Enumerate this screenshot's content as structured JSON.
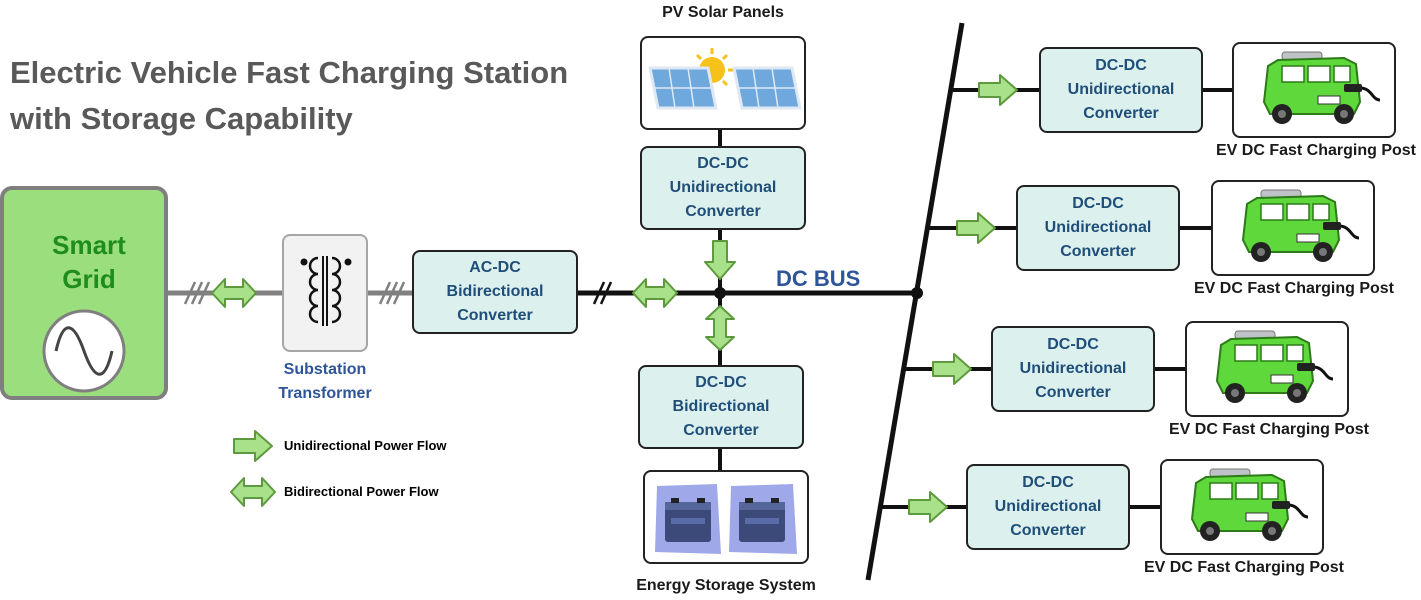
{
  "title": {
    "line1": "Electric Vehicle Fast Charging Station",
    "line2": "with Storage Capability"
  },
  "smart_grid": {
    "line1": "Smart",
    "line2": "Grid",
    "icon": "ac-sine-wave-icon"
  },
  "transformer": {
    "line1": "Substation",
    "line2": "Transformer",
    "icon": "transformer-icon"
  },
  "ac_dc_converter": {
    "line1": "AC-DC",
    "line2": "Bidirectional",
    "line3": "Converter"
  },
  "dc_bus": {
    "label": "DC BUS"
  },
  "pv": {
    "label": "PV Solar Panels",
    "icon": "solar-panel-icon",
    "converter": {
      "line1": "DC-DC",
      "line2": "Unidirectional",
      "line3": "Converter"
    }
  },
  "storage": {
    "label": "Energy Storage System",
    "icon": "battery-icon",
    "converter": {
      "line1": "DC-DC",
      "line2": "Bidirectional",
      "line3": "Converter"
    }
  },
  "charging_posts": [
    {
      "converter": {
        "line1": "DC-DC",
        "line2": "Unidirectional",
        "line3": "Converter"
      },
      "label": "EV DC Fast Charging Post",
      "icon": "electric-car-icon"
    },
    {
      "converter": {
        "line1": "DC-DC",
        "line2": "Unidirectional",
        "line3": "Converter"
      },
      "label": "EV DC Fast Charging Post",
      "icon": "electric-car-icon"
    },
    {
      "converter": {
        "line1": "DC-DC",
        "line2": "Unidirectional",
        "line3": "Converter"
      },
      "label": "EV DC Fast Charging Post",
      "icon": "electric-car-icon"
    },
    {
      "converter": {
        "line1": "DC-DC",
        "line2": "Unidirectional",
        "line3": "Converter"
      },
      "label": "EV DC Fast Charging Post",
      "icon": "electric-car-icon"
    }
  ],
  "legend": {
    "unidirectional": "Unidirectional Power Flow",
    "bidirectional": "Bidirectional Power Flow"
  },
  "colors": {
    "grid_fill": "#9bde7e",
    "grid_text": "#1e8c1e",
    "converter_fill": "#dcf0ee",
    "converter_text": "#1f4e79",
    "arrow_fill": "#a9e08a",
    "arrow_stroke": "#5d9a3d",
    "bus_label": "#2e5597",
    "car_body": "#5ed83a"
  }
}
